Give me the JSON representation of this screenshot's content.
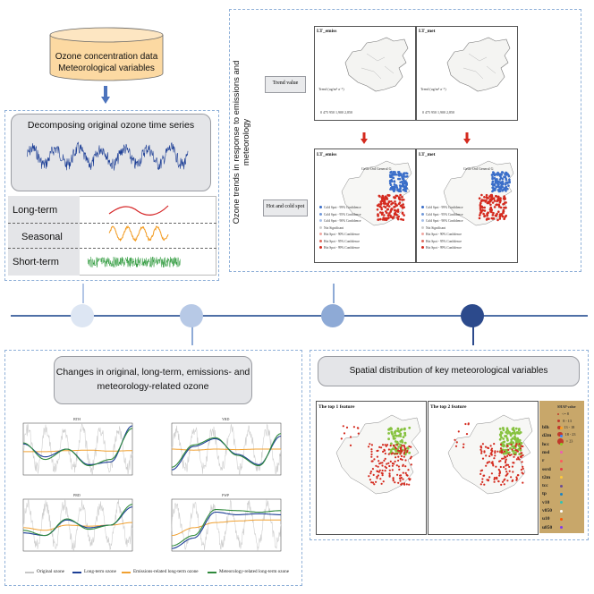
{
  "database": {
    "line1": "Ozone concentration data",
    "line2": "Meteorological variables"
  },
  "decompose": {
    "title": "Decomposing original ozone time series",
    "components": [
      "Long-term",
      "Seasonal",
      "Short-term"
    ]
  },
  "trends": {
    "vertical_title": "Ozone trends in response to emissions and meteorology",
    "row_labels": [
      "Trend value",
      "Hot and cold spot"
    ],
    "map_titles": [
      "LT_emiss",
      "LT_met",
      "LT_emiss",
      "LT_met"
    ],
    "trend_legend_title": "Trend (ug/m³ a⁻¹)",
    "gi_legend_title": "Getis-Ord General G",
    "gi_legend_items": [
      "Cold Spot - 99% Confidence",
      "Cold Spot - 95% Confidence",
      "Cold Spot - 90% Confidence",
      "Not Significant",
      "Hot Spot - 90% Confidence",
      "Hot Spot - 95% Confidence",
      "Hot Spot - 99% Confidence"
    ],
    "scale_text": "0   475  950        1,900       2,850"
  },
  "changes": {
    "title_line1": "Changes in original, long-term, emissions- and",
    "title_line2": "meteorology-related ozone",
    "panel_titles": [
      "BTH",
      "YRD",
      "PRD",
      "FWP"
    ],
    "legend": [
      "Original ozone",
      "Long-term ozone",
      "Emissions-related long-term ozone",
      "Meteorology-related long-term ozone"
    ]
  },
  "spatial": {
    "title": "Spatial distribution of key meteorological variables",
    "map_titles": [
      "The top 1 feature",
      "The top 2 feature"
    ],
    "shap_title": "SHAP value",
    "shap_classes": [
      "<= 8",
      "8 - 13",
      "13 - 18",
      "18 - 23",
      "> 23"
    ],
    "variables": [
      "blh",
      "d2m",
      "hcc",
      "msl",
      "r",
      "ssrd",
      "t2m",
      "tcc",
      "tp",
      "v10",
      "v850",
      "u10",
      "u850"
    ]
  },
  "colors": {
    "timeline": "#4f6fa6",
    "dot1": "#dde6f3",
    "dot2": "#b7c9e6",
    "dot3": "#8eaad6",
    "dot4": "#2c4a8c",
    "longterm": "#d62728",
    "seasonal": "#f29a1f",
    "shortterm": "#2e9a3c",
    "series_blue": "#1d3f96",
    "series_orange": "#f0a030",
    "series_green": "#2f8a3c",
    "hot": "#d42a1e",
    "cold": "#3a6ec9",
    "shap_panel": "#c8a76a"
  }
}
